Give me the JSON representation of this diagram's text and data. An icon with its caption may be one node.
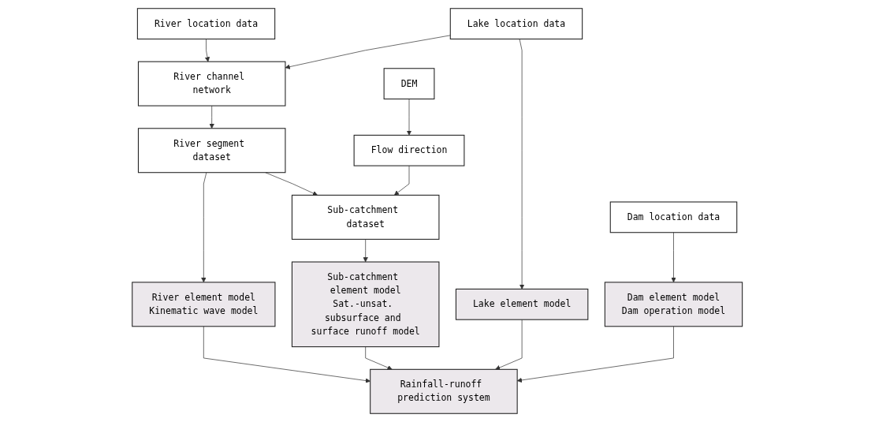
{
  "diagram": {
    "nodes": [
      {
        "text": [
          "River location data"
        ]
      },
      {
        "text": [
          "Lake location data"
        ]
      },
      {
        "text": [
          "River channel network"
        ]
      },
      {
        "text": [
          "DEM"
        ]
      },
      {
        "text": [
          "River segment dataset"
        ]
      },
      {
        "text": [
          "Flow direction"
        ]
      },
      {
        "text": [
          "Sub-catchment dataset"
        ]
      },
      {
        "text": [
          "Dam location data"
        ]
      },
      {
        "text": [
          "River element model",
          "Kinematic wave model"
        ]
      },
      {
        "text": [
          "Sub-catchment element model",
          "Sat.-unsat. subsurface and surface runoff model"
        ]
      },
      {
        "text": [
          "Lake element model"
        ]
      },
      {
        "text": [
          "Dam element model",
          "Dam operation model"
        ]
      },
      {
        "text": [
          "Rainfall-runoff prediction system"
        ]
      }
    ],
    "edges": [
      {
        "from": 0,
        "to": 2,
        "arrow": "to"
      },
      {
        "from": 1,
        "to": 2,
        "arrow": "to"
      },
      {
        "from": 1,
        "to": 10,
        "arrow": "to"
      },
      {
        "from": 2,
        "to": 4,
        "arrow": "to"
      },
      {
        "from": 3,
        "to": 5,
        "arrow": "to"
      },
      {
        "from": 4,
        "to": 6,
        "arrow": "to"
      },
      {
        "from": 5,
        "to": 6,
        "arrow": "to"
      },
      {
        "from": 4,
        "to": 8,
        "arrow": "to"
      },
      {
        "from": 6,
        "to": 9,
        "arrow": "to"
      },
      {
        "from": 7,
        "to": 11,
        "arrow": "to"
      },
      {
        "from": 8,
        "to": 12,
        "arrow": "to"
      },
      {
        "from": 9,
        "to": 12,
        "arrow": "to"
      },
      {
        "from": 10,
        "to": 12,
        "arrow": "to"
      },
      {
        "from": 11,
        "to": 12,
        "arrow": "to"
      }
    ]
  }
}
